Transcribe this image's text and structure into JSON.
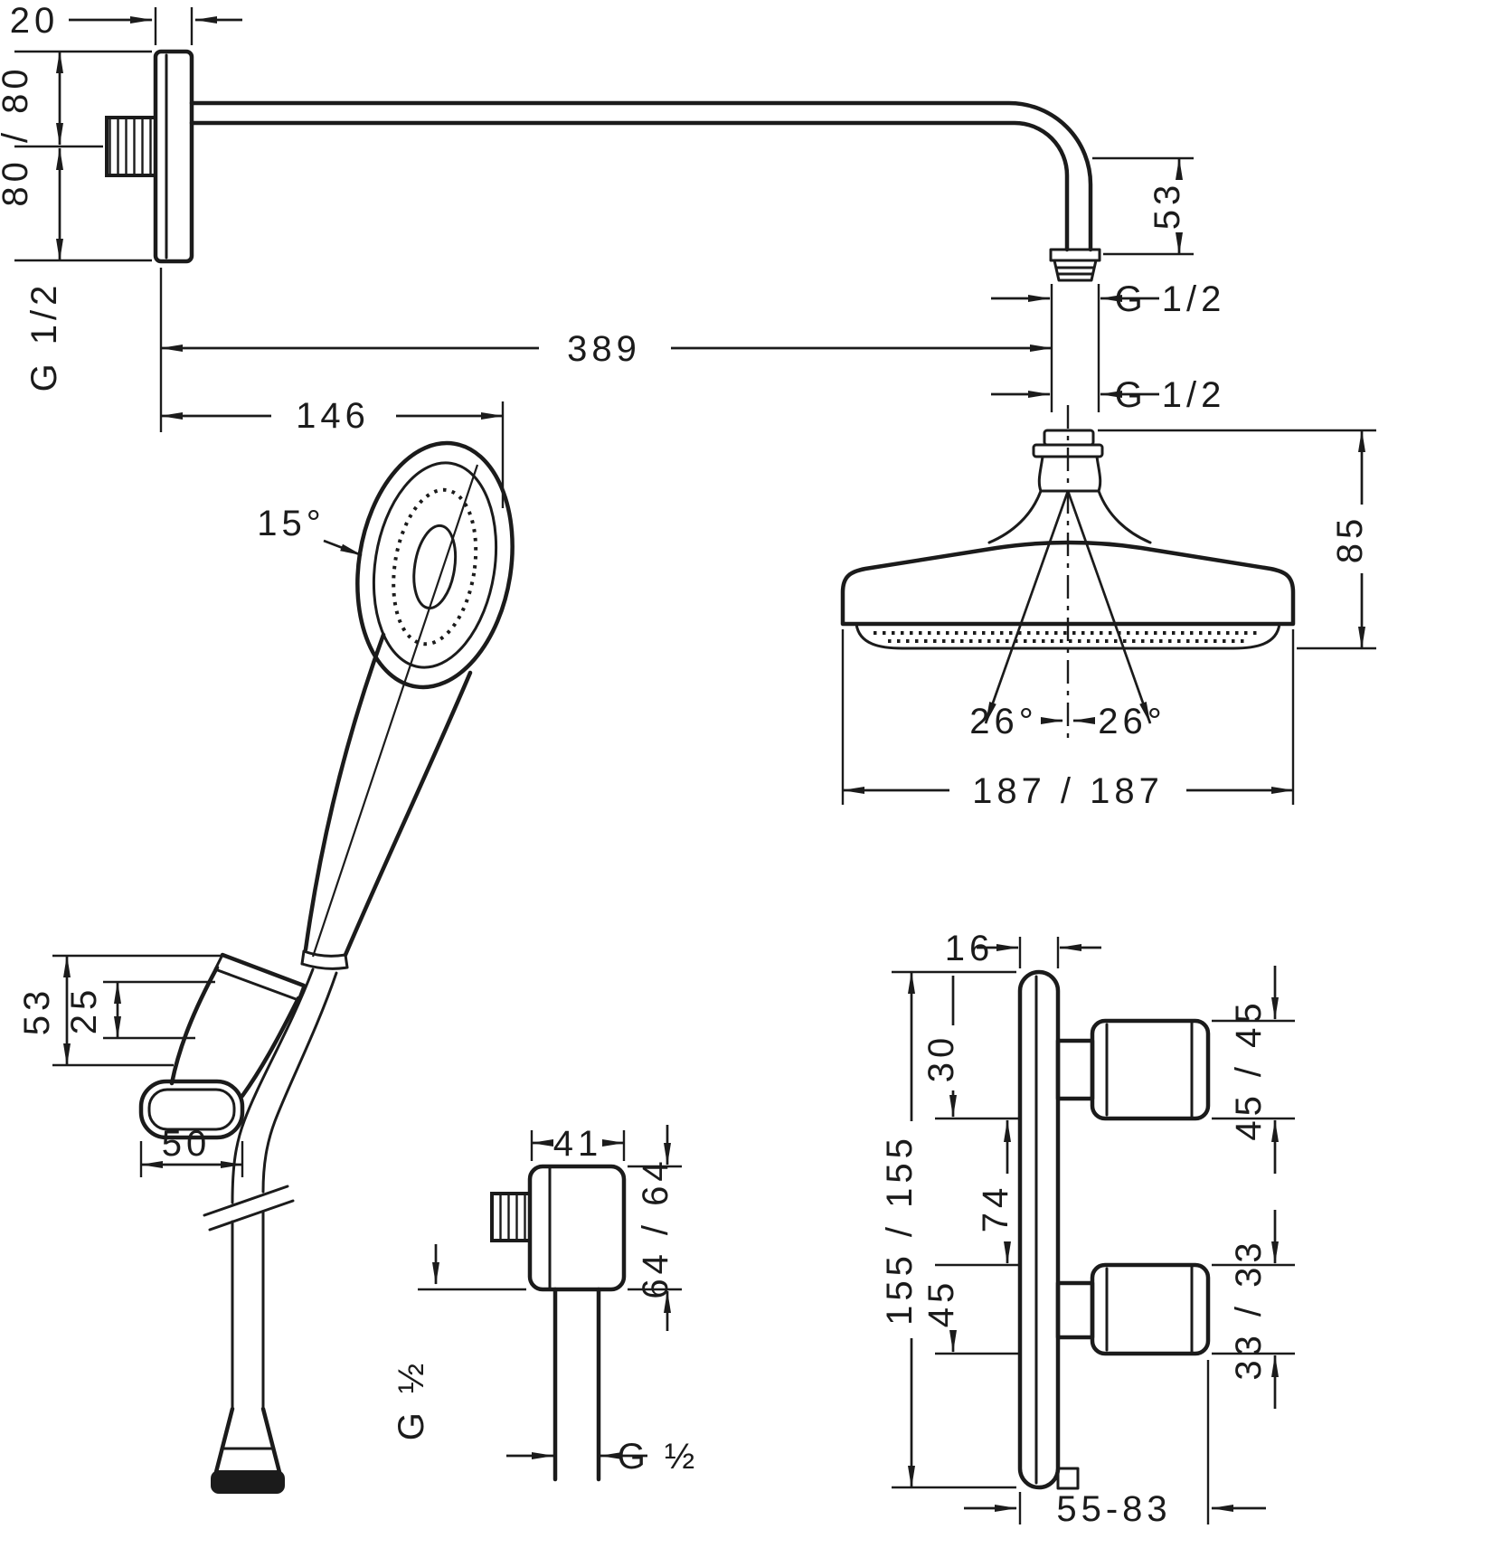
{
  "drawing": {
    "arm": {
      "wall_offset": "20",
      "plate_size": "80 / 80",
      "wall_thread": "G 1/2",
      "length": "389",
      "drop_height": "53",
      "outlet_thread": "G 1/2"
    },
    "overhead_shower": {
      "inlet_thread": "G 1/2",
      "height": "85",
      "spray_angle_left": "26°",
      "spray_angle_right": "26°",
      "head_size": "187 / 187"
    },
    "hand_shower": {
      "length": "146",
      "head_angle": "15°"
    },
    "holder": {
      "height": "53",
      "inner_height": "25",
      "base_width": "50"
    },
    "wall_outlet": {
      "width": "41",
      "height": "64 / 64",
      "wall_thread": "G ½",
      "hose_thread": "G ½"
    },
    "thermostat": {
      "plate_depth": "16",
      "plate_size": "155 / 155",
      "top_offset": "30",
      "handle_spacing": "74",
      "bottom_offset": "45",
      "top_handle_size": "45 / 45",
      "bottom_handle_size": "33 / 33",
      "install_depth": "55-83"
    }
  }
}
